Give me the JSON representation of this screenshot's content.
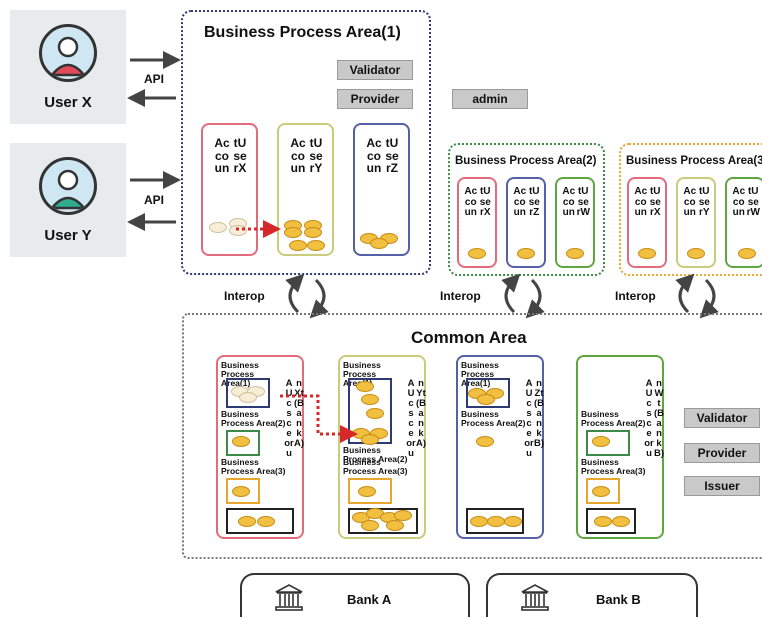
{
  "users": [
    {
      "label": "User X",
      "accent": "#e24a5b"
    },
    {
      "label": "User Y",
      "accent": "#2fae8f"
    }
  ],
  "api_label": "API",
  "bpa1": {
    "title": "Business Process Area(1)",
    "buttons": [
      "Validator",
      "Provider"
    ],
    "admin": "admin",
    "accounts": [
      {
        "text": "AccountUserX",
        "color": "#e26c7c"
      },
      {
        "text": "AccountUserY",
        "color": "#c9cc7a"
      },
      {
        "text": "AccountUserZ",
        "color": "#5560a8"
      }
    ]
  },
  "bpa2": {
    "title": "Business Process Area(2)",
    "accounts": [
      {
        "text": "AccountUserX",
        "color": "#e26c7c"
      },
      {
        "text": "AccountUserZ",
        "color": "#5560a8"
      },
      {
        "text": "AccountUserW",
        "color": "#5fa640"
      }
    ]
  },
  "bpa3": {
    "title": "Business Process Area(3",
    "accounts": [
      {
        "text": "AccountUserX",
        "color": "#e26c7c"
      },
      {
        "text": "AccountUserY",
        "color": "#c9cc7a"
      },
      {
        "text": "AccountUserW",
        "color": "#5fa640"
      }
    ]
  },
  "interop_label": "Interop",
  "common": {
    "title": "Common Area",
    "area_labels": [
      "Business Process Area(1)",
      "Business Process Area(2)",
      "Business Process Area(3)"
    ],
    "accounts": [
      {
        "text": "AUcsceorunXt(BankA)",
        "color": "#e26c7c"
      },
      {
        "text": "AUcsceorunYt(BankA)",
        "color": "#c9cc7a"
      },
      {
        "text": "AUcsceorunZt(BankB)",
        "color": "#5560a8"
      },
      {
        "text": "AUcsceorunWt(BankB)",
        "color": "#5fa640"
      }
    ],
    "buttons": [
      "Validator",
      "Provider",
      "Issuer"
    ]
  },
  "banks": [
    {
      "label": "Bank A"
    },
    {
      "label": "Bank B"
    }
  ],
  "colors": {
    "dotted_border": "#2e3a73",
    "bpa2_border": "#3d8a47",
    "bpa3_border": "#e8a62e",
    "transfer_arrow": "#d62828",
    "coin": "#f2c040",
    "sub_box_orange": "#e8a62e",
    "sub_box_green": "#3d8a47",
    "sub_box_navy": "#2e3a73"
  }
}
